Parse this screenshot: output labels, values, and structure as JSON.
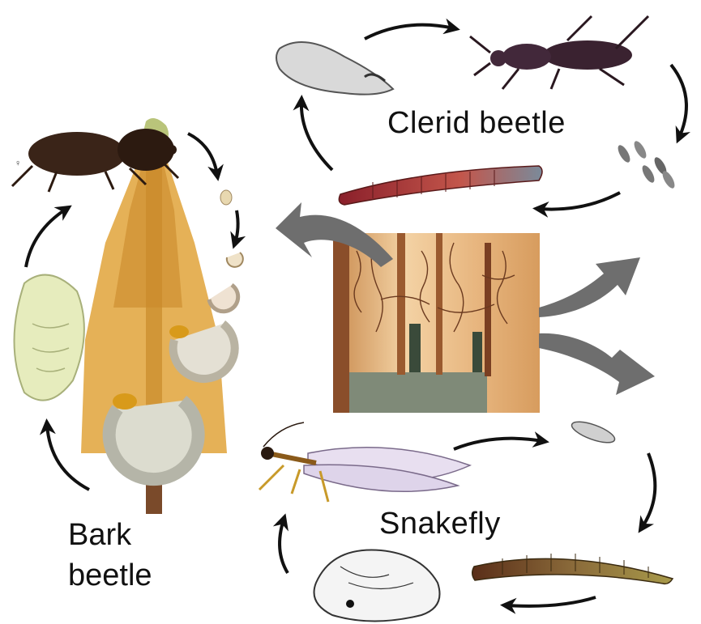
{
  "labels": {
    "clerid": "Clerid beetle",
    "snakefly": "Snakefly",
    "bark_line1": "Bark",
    "bark_line2": "beetle",
    "female_symbol": "♀"
  },
  "colors": {
    "arrow_black": "#111111",
    "arrow_gray": "#6e6e6e",
    "tree_foliage": "#e0a33a",
    "bark_panel": "#e8b987",
    "beetle_brown": "#3a2418",
    "clerid_larva": "#b23a3a",
    "snakefly_wing": "#e8dff0"
  }
}
